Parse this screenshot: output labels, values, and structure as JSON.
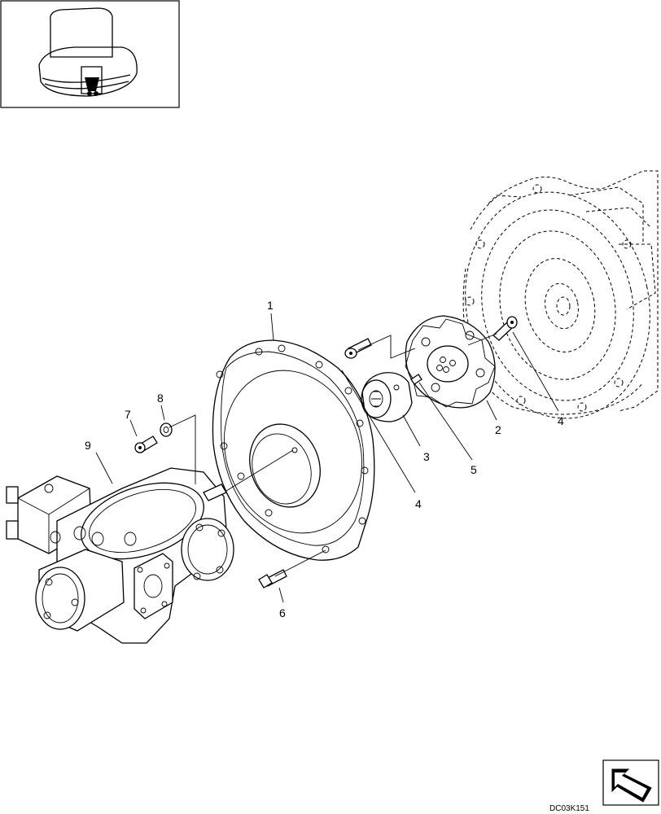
{
  "diagram": {
    "callouts": [
      {
        "id": "c1",
        "label": "1"
      },
      {
        "id": "c2",
        "label": "2"
      },
      {
        "id": "c3",
        "label": "3"
      },
      {
        "id": "c4a",
        "label": "4"
      },
      {
        "id": "c4b",
        "label": "4"
      },
      {
        "id": "c5",
        "label": "5"
      },
      {
        "id": "c6",
        "label": "6"
      },
      {
        "id": "c7",
        "label": "7"
      },
      {
        "id": "c8",
        "label": "8"
      },
      {
        "id": "c9",
        "label": "9"
      }
    ],
    "drawing_code": "DC03K151"
  }
}
